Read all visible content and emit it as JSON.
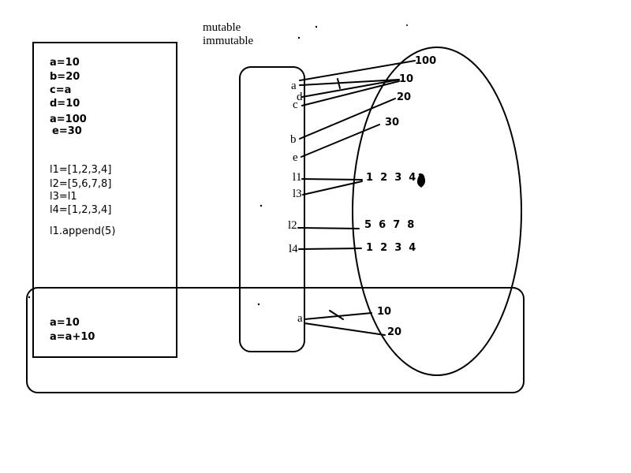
{
  "legend": {
    "mutable": "mutable",
    "immutable": "immutable"
  },
  "code_box": {
    "lines_a": [
      "a=10",
      "b=20",
      "c=a",
      "d=10",
      "a=100",
      "e=30"
    ],
    "lines_b": [
      "l1=[1,2,3,4]",
      "l2=[5,6,7,8]",
      "l3=l1",
      "l4=[1,2,3,4]",
      "l1.append(5)"
    ]
  },
  "bottom_code": [
    "a=10",
    "a=a+10"
  ],
  "variables": {
    "a": "a",
    "d": "d",
    "c": "c",
    "b": "b",
    "e": "e",
    "l1": "l1",
    "l3": "l3",
    "l2": "l2",
    "l4": "l4",
    "a2": "a"
  },
  "objects": {
    "v100": "100",
    "v10": "10",
    "v20": "20",
    "v30": "30",
    "list1": "1  2  3  4",
    "list2": "5  6  7  8",
    "list3": "1  2  3  4",
    "bottom10": "10",
    "bottom20": "20"
  }
}
